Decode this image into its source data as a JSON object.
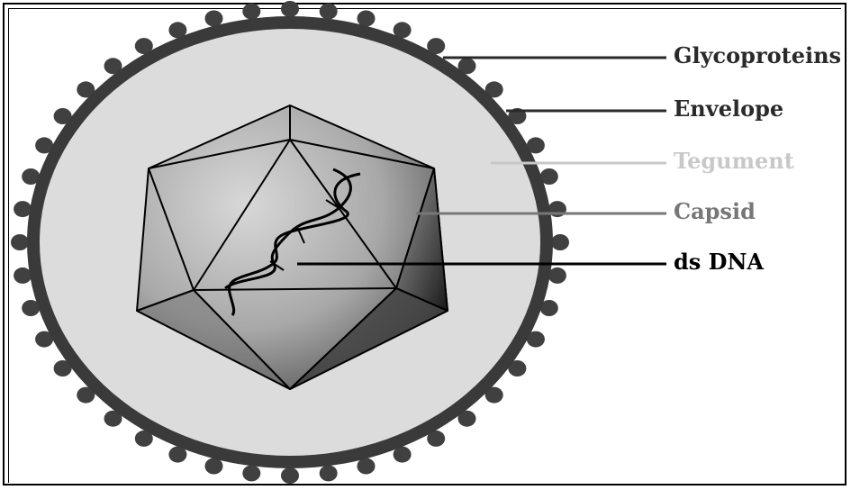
{
  "labels": {
    "glycoproteins": "Glycoproteins",
    "envelope": "Envelope",
    "tegument": "Tegument",
    "capsid": "Capsid",
    "dna": "ds DNA"
  },
  "colors": {
    "glycoproteins": "#2a2a2a",
    "envelope": "#2a2a2a",
    "tegument": "#c8c8c8",
    "capsid": "#777777",
    "dna": "#000000",
    "envelope_ring": "#3a3a3a",
    "tegument_fill": "#dcdcdc",
    "spike": "#404040"
  }
}
